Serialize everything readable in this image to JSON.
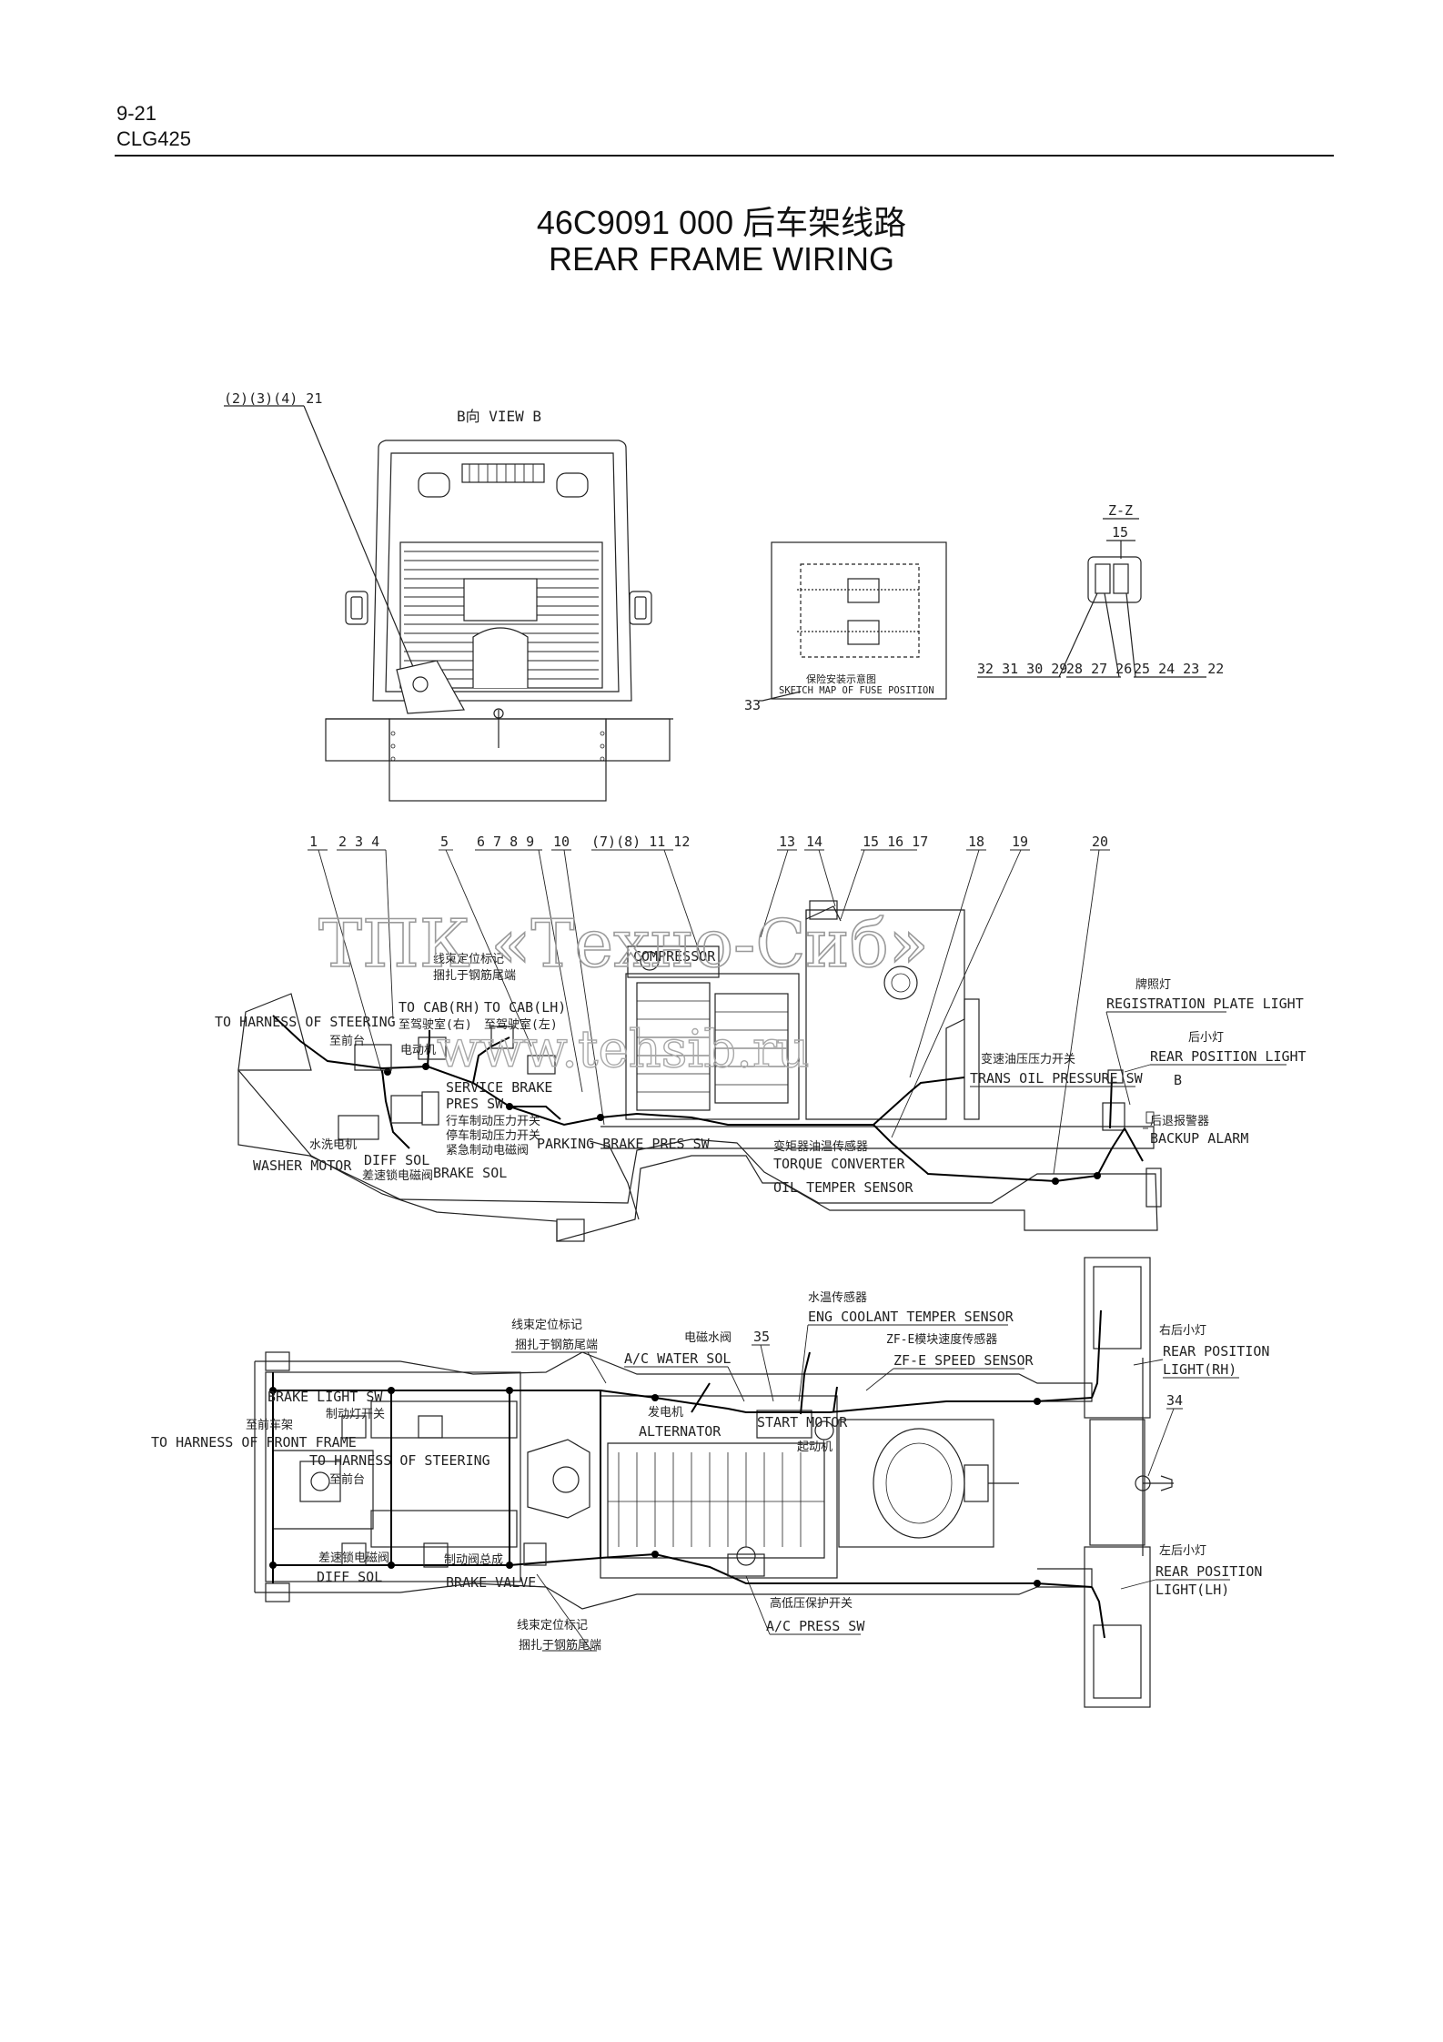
{
  "header": {
    "page_number": "9-21",
    "model": "CLG425"
  },
  "title": {
    "cn": "46C9091 000  后车架线路",
    "en": "REAR FRAME WIRING"
  },
  "view_b": {
    "ref": "(2)(3)(4) 21",
    "caption": "B向 VIEW  B"
  },
  "fuse_map": {
    "caption_cn": "保险安装示意图",
    "caption_en": "SKETCH MAP OF FUSE POSITION",
    "callout": "33"
  },
  "section_zz": {
    "title": "Z-Z",
    "callout": "15",
    "left_numbers": "32 31 30 29",
    "mid_numbers": "28 27 26",
    "right_numbers": "25 24 23 22"
  },
  "side_callouts": [
    "1",
    "2 3 4",
    "5",
    "6 7 8 9",
    "10",
    "(7)(8) 11 12",
    "13",
    "14",
    "15 16 17",
    "18",
    "19",
    "20"
  ],
  "side_labels": {
    "compressor": "COMPRESSOR",
    "to_harness_steering": "TO HARNESS OF STEERING",
    "zhitai_1": "至前台",
    "harness_marker_cn": "线束定位标记",
    "harness_tie_cn": "捆扎于钢筋尾端",
    "to_cab_rh": "TO CAB(RH)",
    "to_cab_rh_cn": "至驾驶室(右)",
    "to_cab_lh": "TO CAB(LH)",
    "to_cab_lh_cn": "至驾驶室(左)",
    "service_brake": "SERVICE BRAKE",
    "pres_sw": "PRES SW",
    "service_brake_cn": "行车制动压力开关",
    "parking_brake_cn": "停车制动压力开关",
    "emergency_brake_cn": "紧急制动电磁阀",
    "parking_brake_pres": "PARKING BRAKE PRES SW",
    "brake_sol": "BRAKE SOL",
    "washer_motor_cn": "水洗电机",
    "washer_motor": "WASHER MOTOR",
    "diff_sol": "DIFF SOL",
    "diff_sol_cn": "差速锁电磁阀",
    "motor_cn": "电动机",
    "trans_oil_cn": "变速油压压力开关",
    "trans_oil": "TRANS OIL PRESSURE SW",
    "torque_cn": "变矩器油温传感器",
    "torque_conv": "TORQUE CONVERTER",
    "oil_temper": "OIL TEMPER SENSOR",
    "plate_light_cn": "牌照灯",
    "plate_light": "REGISTRATION PLATE LIGHT",
    "rear_pos_cn": "后小灯",
    "rear_pos": "REAR POSITION LIGHT",
    "b_marker": "B",
    "backup_cn": "后退报警器",
    "backup": "BACKUP ALARM"
  },
  "plan_labels": {
    "water_temp_cn": "水温传感器",
    "eng_coolant": "ENG COOLANT TEMPER SENSOR",
    "solenoid_cn": "电磁水阀",
    "ac_water": "A/C WATER SOL",
    "callout_35": "35",
    "zf_speed_cn": "ZF-E模块速度传感器",
    "zf_speed": "ZF-E SPEED SENSOR",
    "harness_marker_cn": "线束定位标记",
    "harness_tie_cn": "捆扎于钢筋尾端",
    "brake_light": "BRAKE LIGHT SW",
    "brake_light_cn": "制动灯开关",
    "front_frame_cn": "至前车架",
    "to_front": "TO HARNESS OF FRONT FRAME",
    "to_steering": "TO HARNESS OF STEERING",
    "zhitai": "至前台",
    "alternator_cn": "发电机",
    "alternator": "ALTERNATOR",
    "start_motor": "START MOTOR",
    "qidong_cn": "起动机",
    "diff_sol_cn": "差速锁电磁阀",
    "diff_sol": "DIFF SOL",
    "brake_valve_cn": "制动阀总成",
    "brake_valve": "BRAKE VALVE",
    "ac_press_cn": "高低压保护开关",
    "ac_press": "A/C PRESS SW",
    "rh_cn": "右后小灯",
    "rh": "REAR POSITION",
    "rh2": "LIGHT(RH)",
    "callout_34": "34",
    "lh_cn": "左后小灯",
    "lh": "REAR POSITION",
    "lh2": "LIGHT(LH)"
  },
  "watermark": {
    "line1": "ТПК «Техно-Сиб»",
    "line2": "www.tehsib.ru"
  }
}
